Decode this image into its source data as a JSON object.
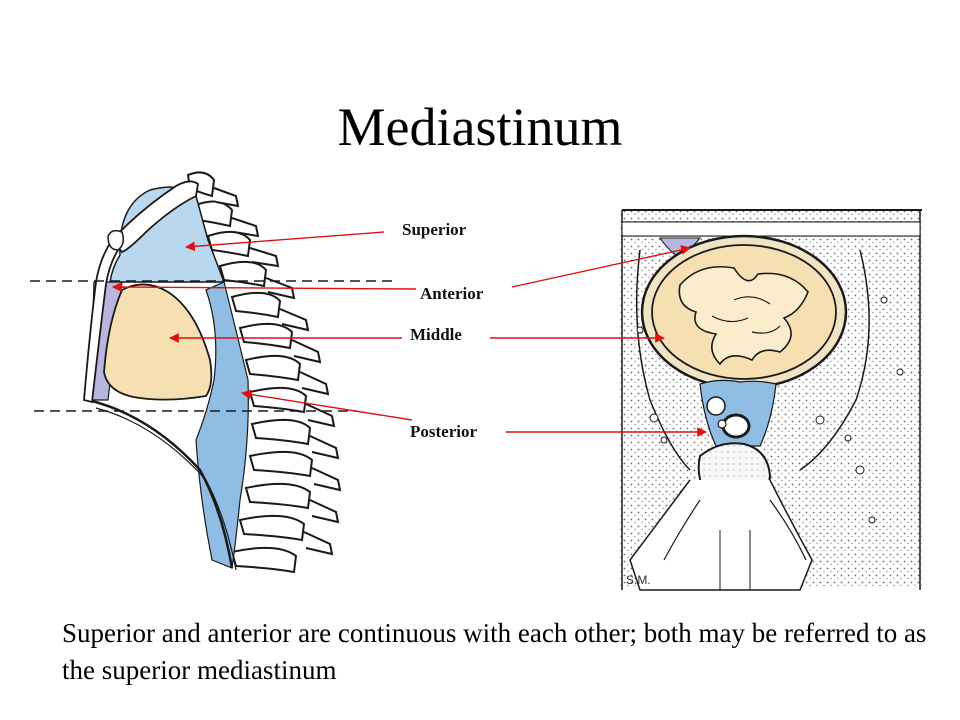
{
  "slide": {
    "title": "Mediastinum",
    "caption": "Superior and anterior are continuous with each other; both may be referred to as the superior mediastinum"
  },
  "labels": {
    "superior": "Superior",
    "anterior": "Anterior",
    "middle": "Middle",
    "posterior": "Posterior"
  },
  "figure_marks": {
    "artist_initials": "S.M."
  },
  "colors": {
    "superior_region": "#b9d7ee",
    "posterior_region": "#8fbde3",
    "anterior_region": "#b8b6df",
    "middle_region": "#f6dfb0",
    "arrow": "#dd1111",
    "line_art": "#1a1a1a",
    "background": "#ffffff"
  }
}
